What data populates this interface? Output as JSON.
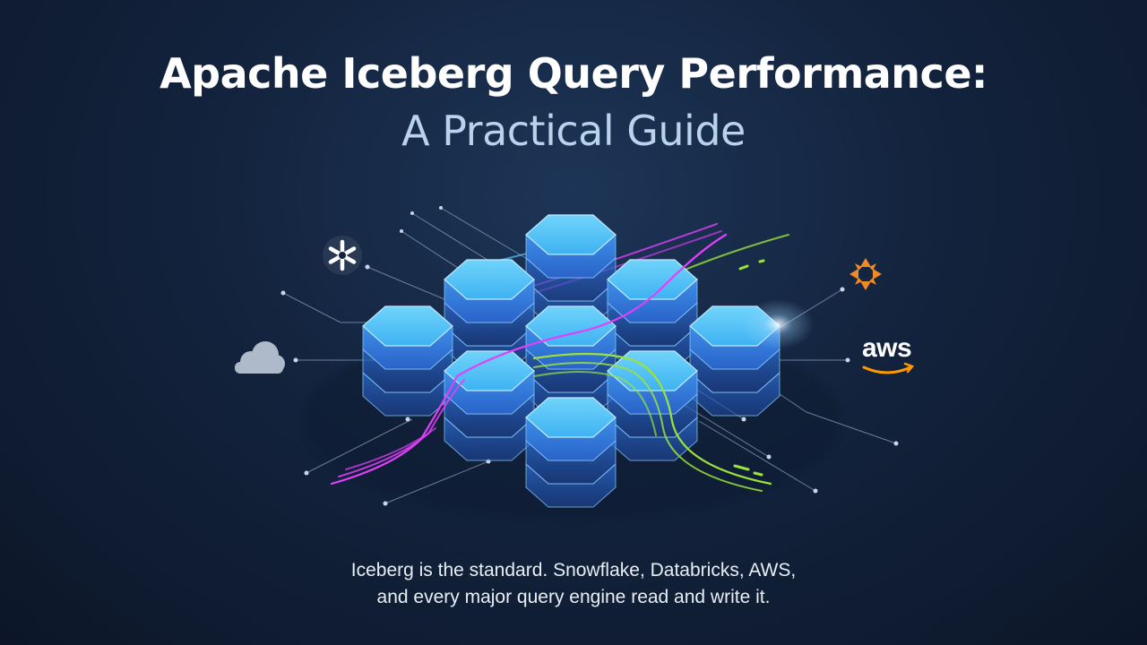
{
  "hero": {
    "title": "Apache Iceberg Query Performance:",
    "subtitle": "A Practical Guide",
    "tagline_line1": "Iceberg is the standard. Snowflake, Databricks, AWS,",
    "tagline_line2": "and every major query engine read and write it."
  },
  "logos": {
    "left_top": "snowflake-icon",
    "left_middle": "cloud-icon",
    "right_top": "databricks-icon",
    "right_middle": "aws"
  },
  "colors": {
    "background": "#13233d",
    "title": "#ffffff",
    "subtitle": "#b9d3ec",
    "hex_top": "#4fc3f7",
    "hex_mid": "#3d8ee8",
    "stream_magenta": "#e040fb",
    "stream_green": "#9be23c",
    "aws_smile": "#ff9900",
    "databricks_orange": "#f08a24"
  }
}
